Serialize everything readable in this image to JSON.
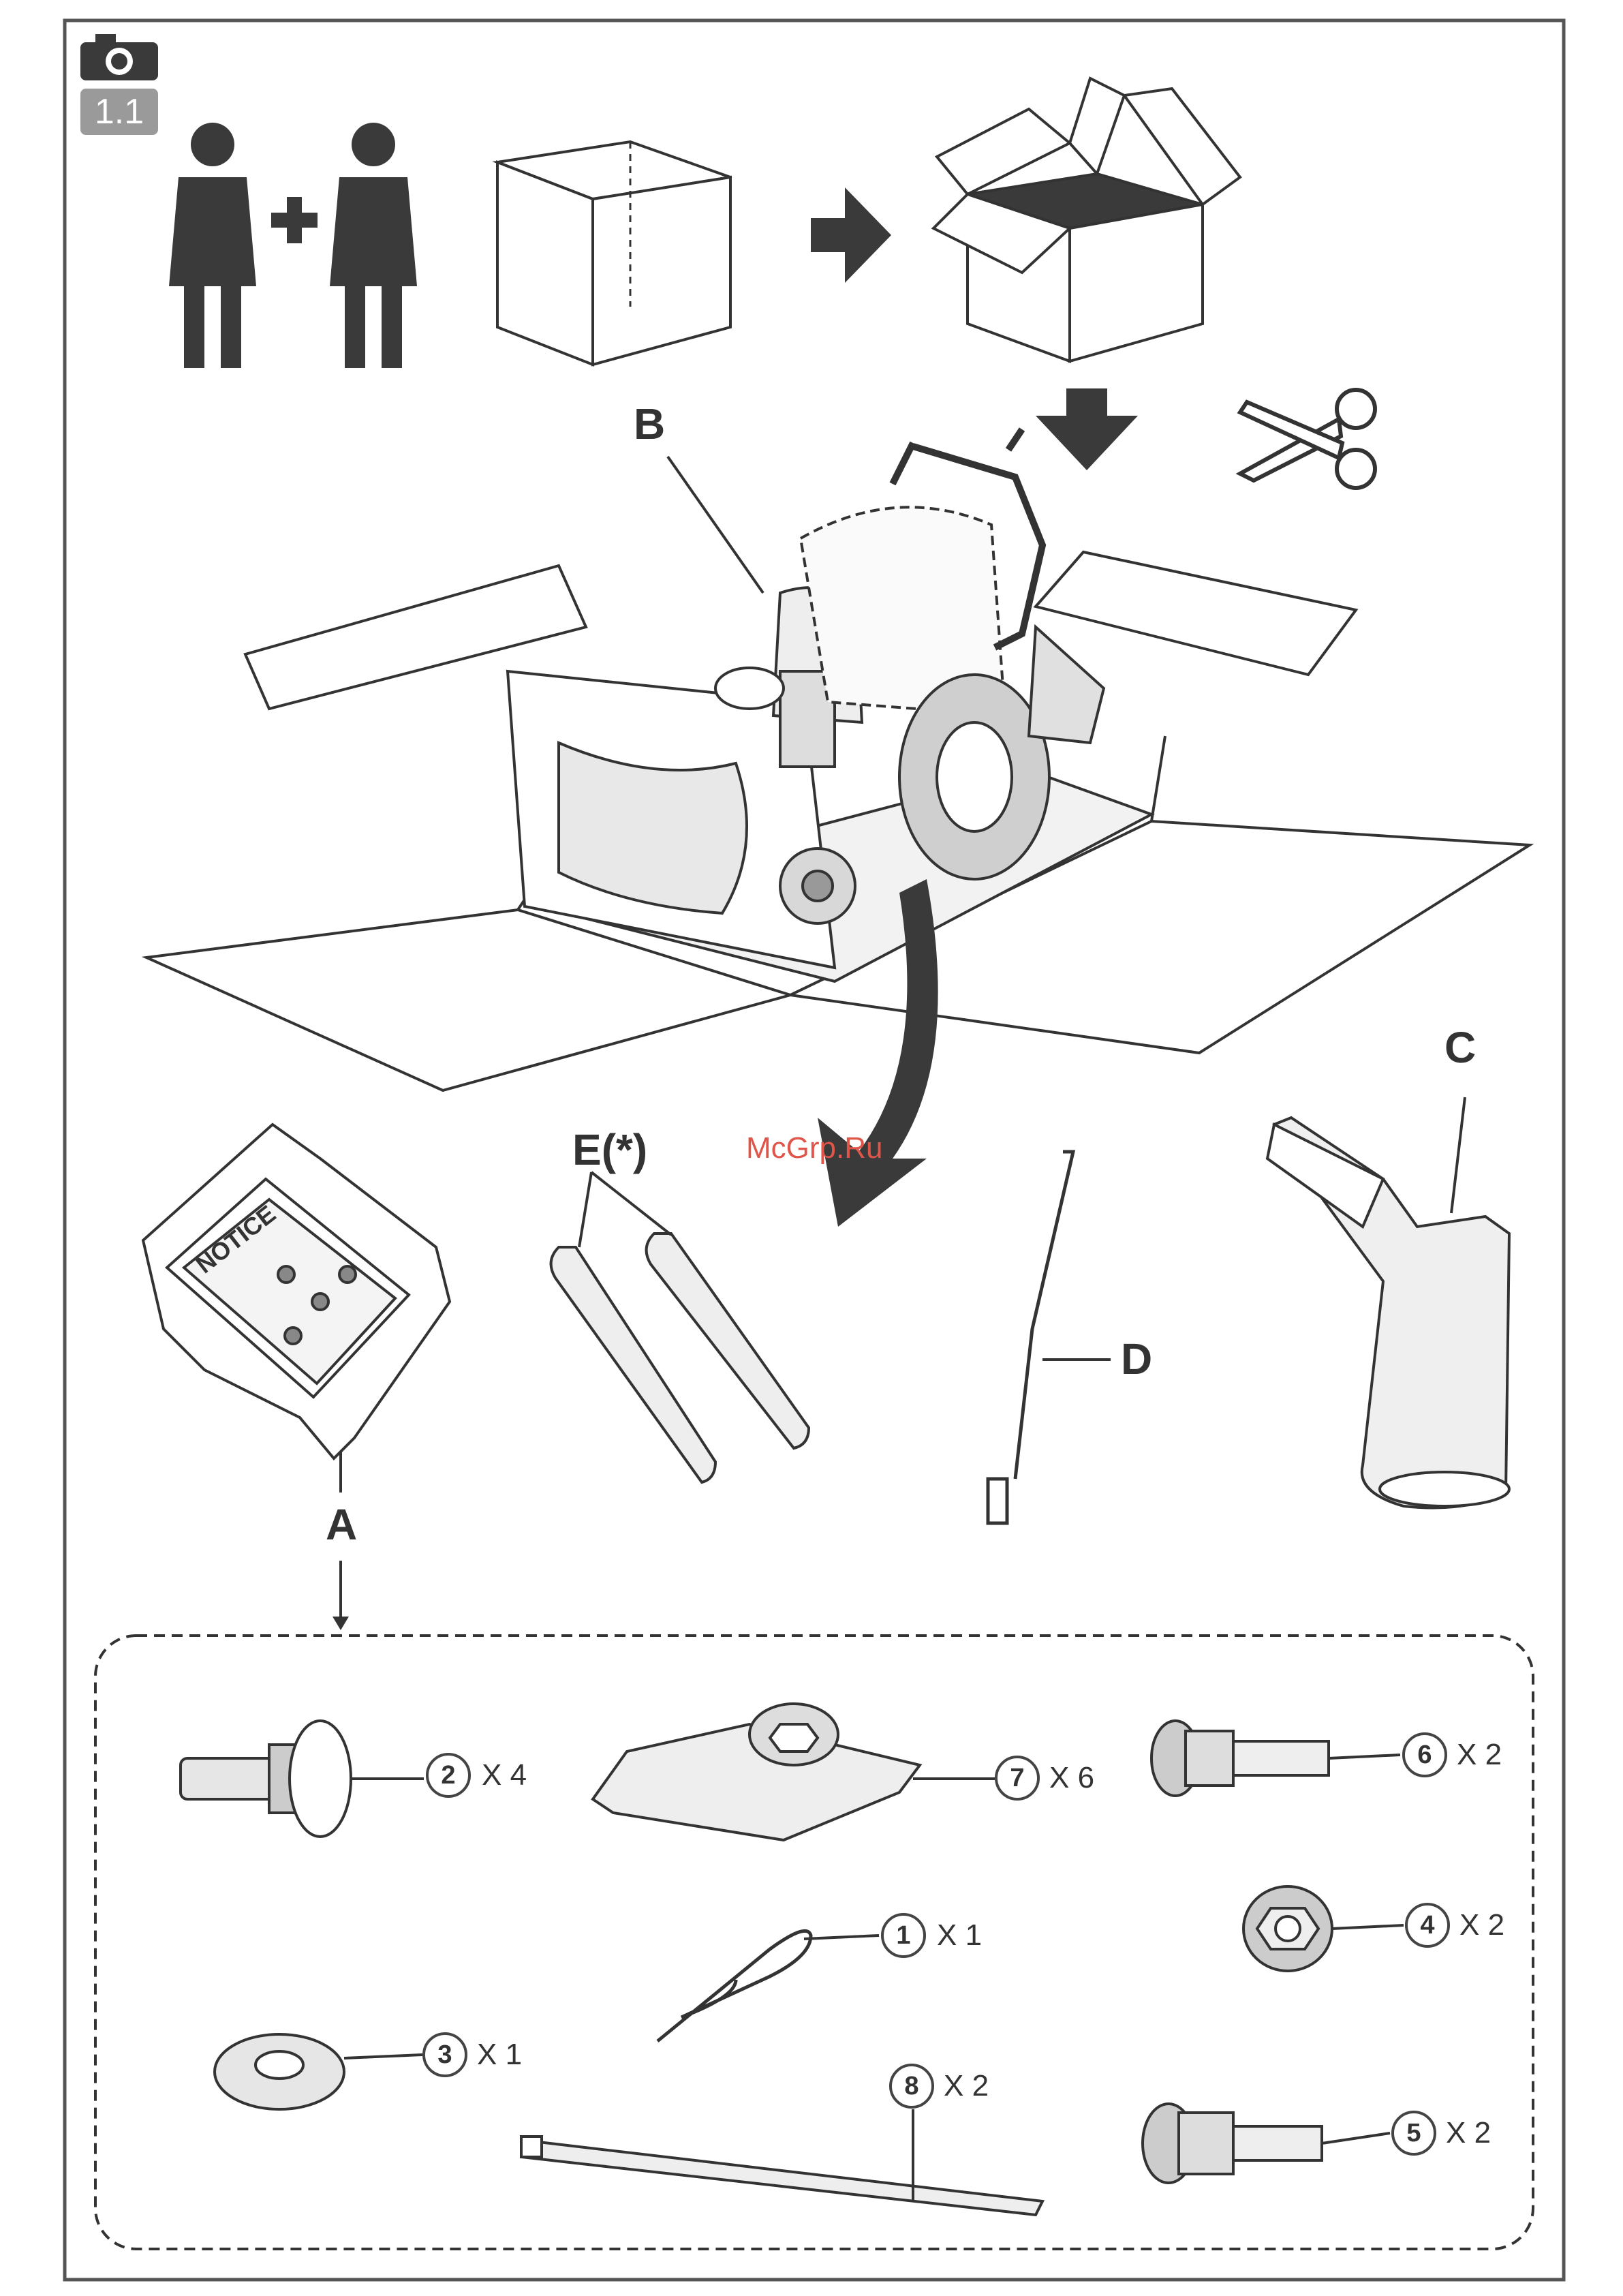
{
  "step": {
    "number": "1.1",
    "camera_icon": "camera-icon"
  },
  "labels": {
    "a": "A",
    "b": "B",
    "c": "C",
    "d": "D",
    "e": "E(*)"
  },
  "watermark": "McGrp.Ru",
  "parts": [
    {
      "num": "2",
      "qty": "X 4"
    },
    {
      "num": "7",
      "qty": "X 6"
    },
    {
      "num": "6",
      "qty": "X 2"
    },
    {
      "num": "1",
      "qty": "X 1"
    },
    {
      "num": "4",
      "qty": "X 2"
    },
    {
      "num": "3",
      "qty": "X 1"
    },
    {
      "num": "8",
      "qty": "X 2"
    },
    {
      "num": "5",
      "qty": "X 2"
    }
  ],
  "icons": [
    "person-icon",
    "plus-icon",
    "box-closed-icon",
    "arrow-right-icon",
    "box-open-icon",
    "arrow-down-icon",
    "scissors-icon"
  ],
  "colors": {
    "line": "#333333",
    "dark": "#3a3a3a",
    "badge": "#9a9a9a"
  }
}
